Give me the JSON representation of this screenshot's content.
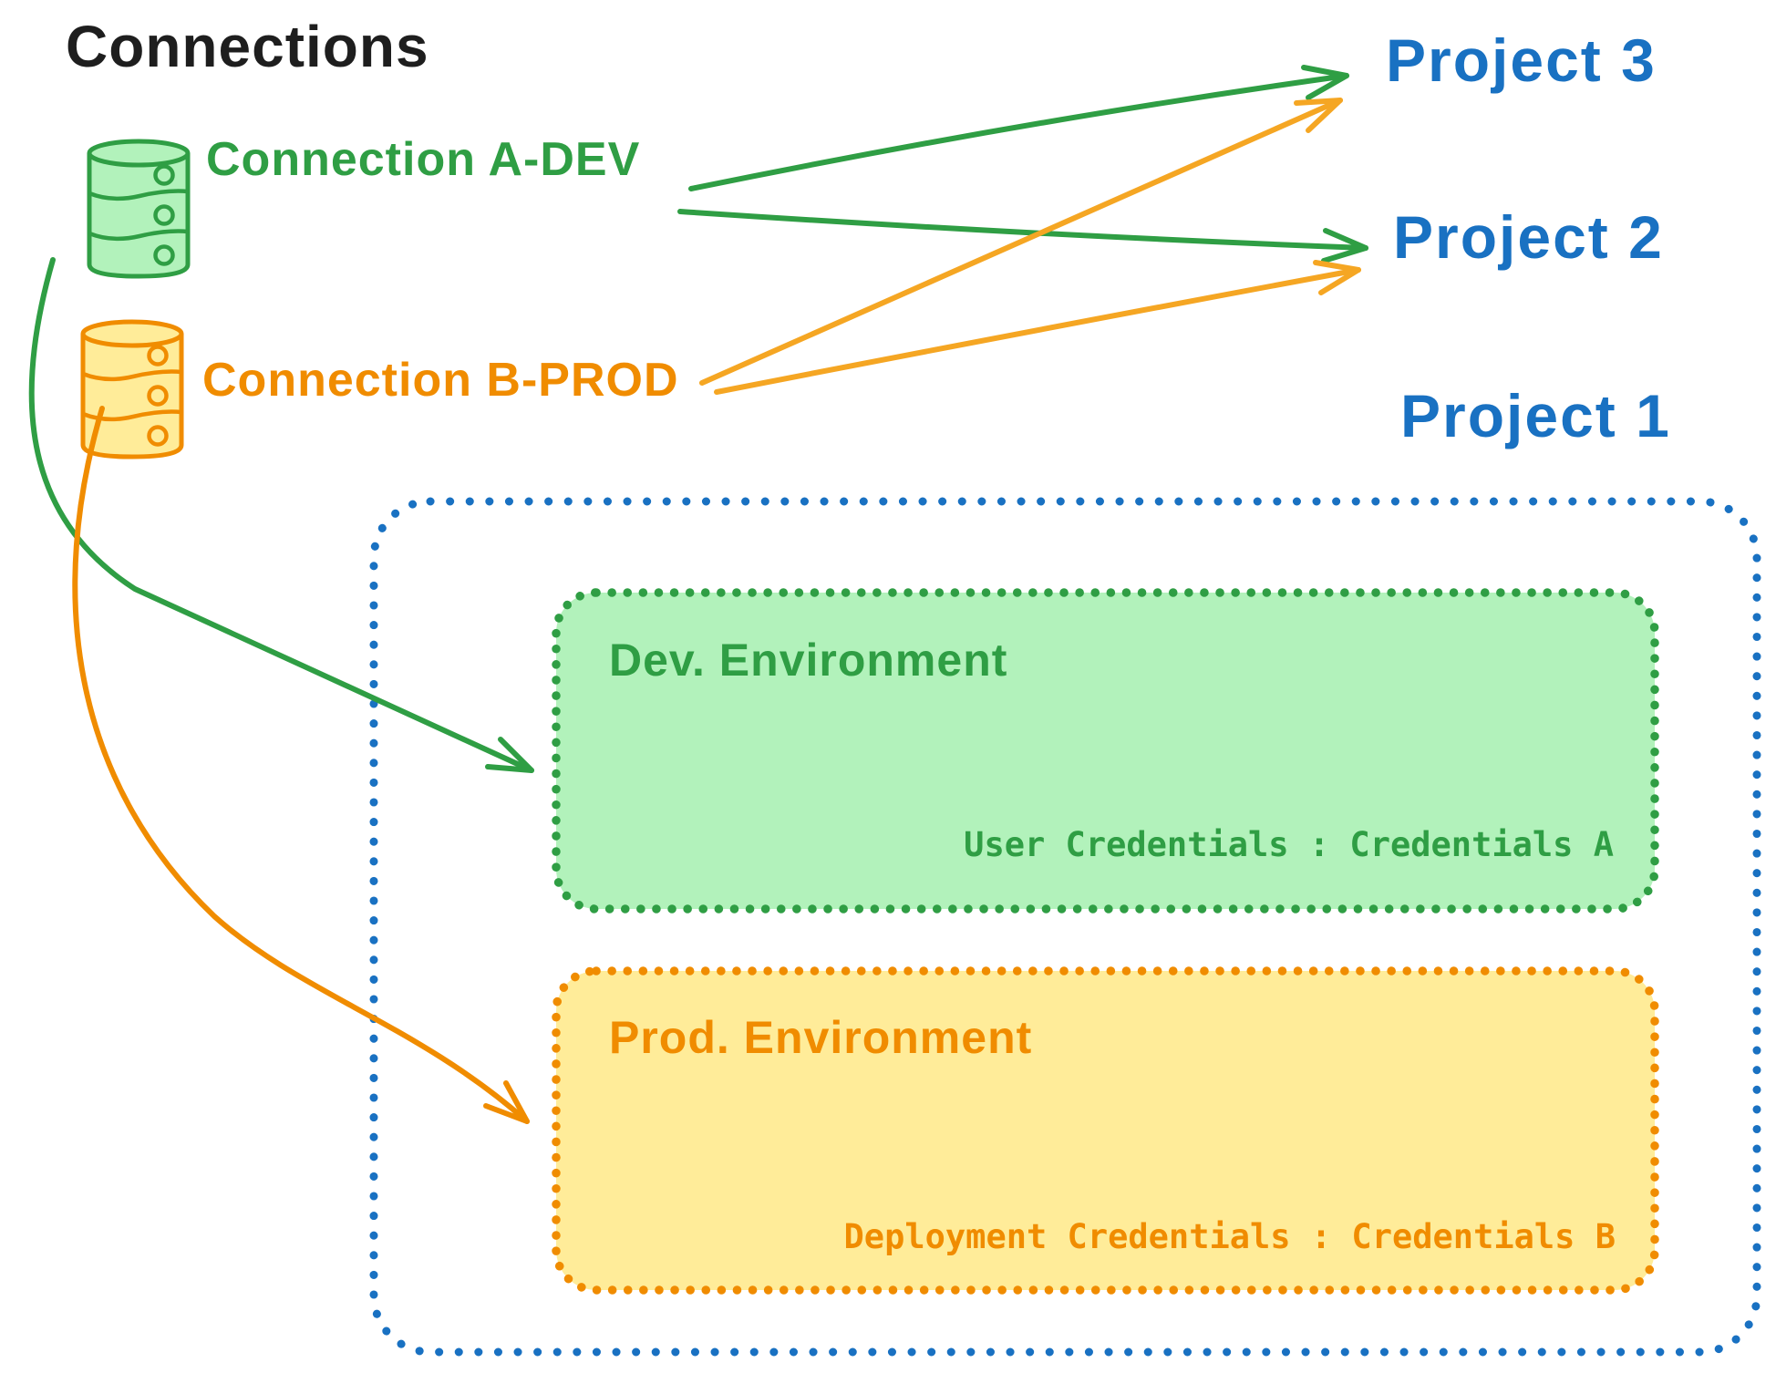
{
  "palette": {
    "ink": "#1e1e1e",
    "green_stroke": "#2f9e44",
    "green_fill": "#b2f2bb",
    "orange_stroke": "#f08c00",
    "orange_fill": "#ffec99",
    "blue": "#1971c2",
    "background": "#ffffff"
  },
  "title": "Connections",
  "connections": [
    {
      "label": "Connection A-DEV",
      "icon": "database-icon",
      "color": "#2f9e44"
    },
    {
      "label": "Connection B-PROD",
      "icon": "database-icon",
      "color": "#f08c00"
    }
  ],
  "projects": [
    {
      "label": "Project 3"
    },
    {
      "label": "Project 2"
    },
    {
      "label": "Project 1"
    }
  ],
  "project1": {
    "environments": [
      {
        "title": "Dev. Environment",
        "credentials_label": "User Credentials : Credentials A",
        "border": "#2f9e44",
        "fill": "#b2f2bb"
      },
      {
        "title": "Prod. Environment",
        "credentials_label": "Deployment Credentials : Credentials B",
        "border": "#f08c00",
        "fill": "#ffec99"
      }
    ]
  },
  "edges": [
    {
      "from": "Connection A-DEV",
      "to": "Project 3"
    },
    {
      "from": "Connection A-DEV",
      "to": "Project 2"
    },
    {
      "from": "Connection A-DEV",
      "to": "Project 1 / Dev. Environment"
    },
    {
      "from": "Connection B-PROD",
      "to": "Project 3"
    },
    {
      "from": "Connection B-PROD",
      "to": "Project 2"
    },
    {
      "from": "Connection B-PROD",
      "to": "Project 1 / Prod. Environment"
    }
  ]
}
